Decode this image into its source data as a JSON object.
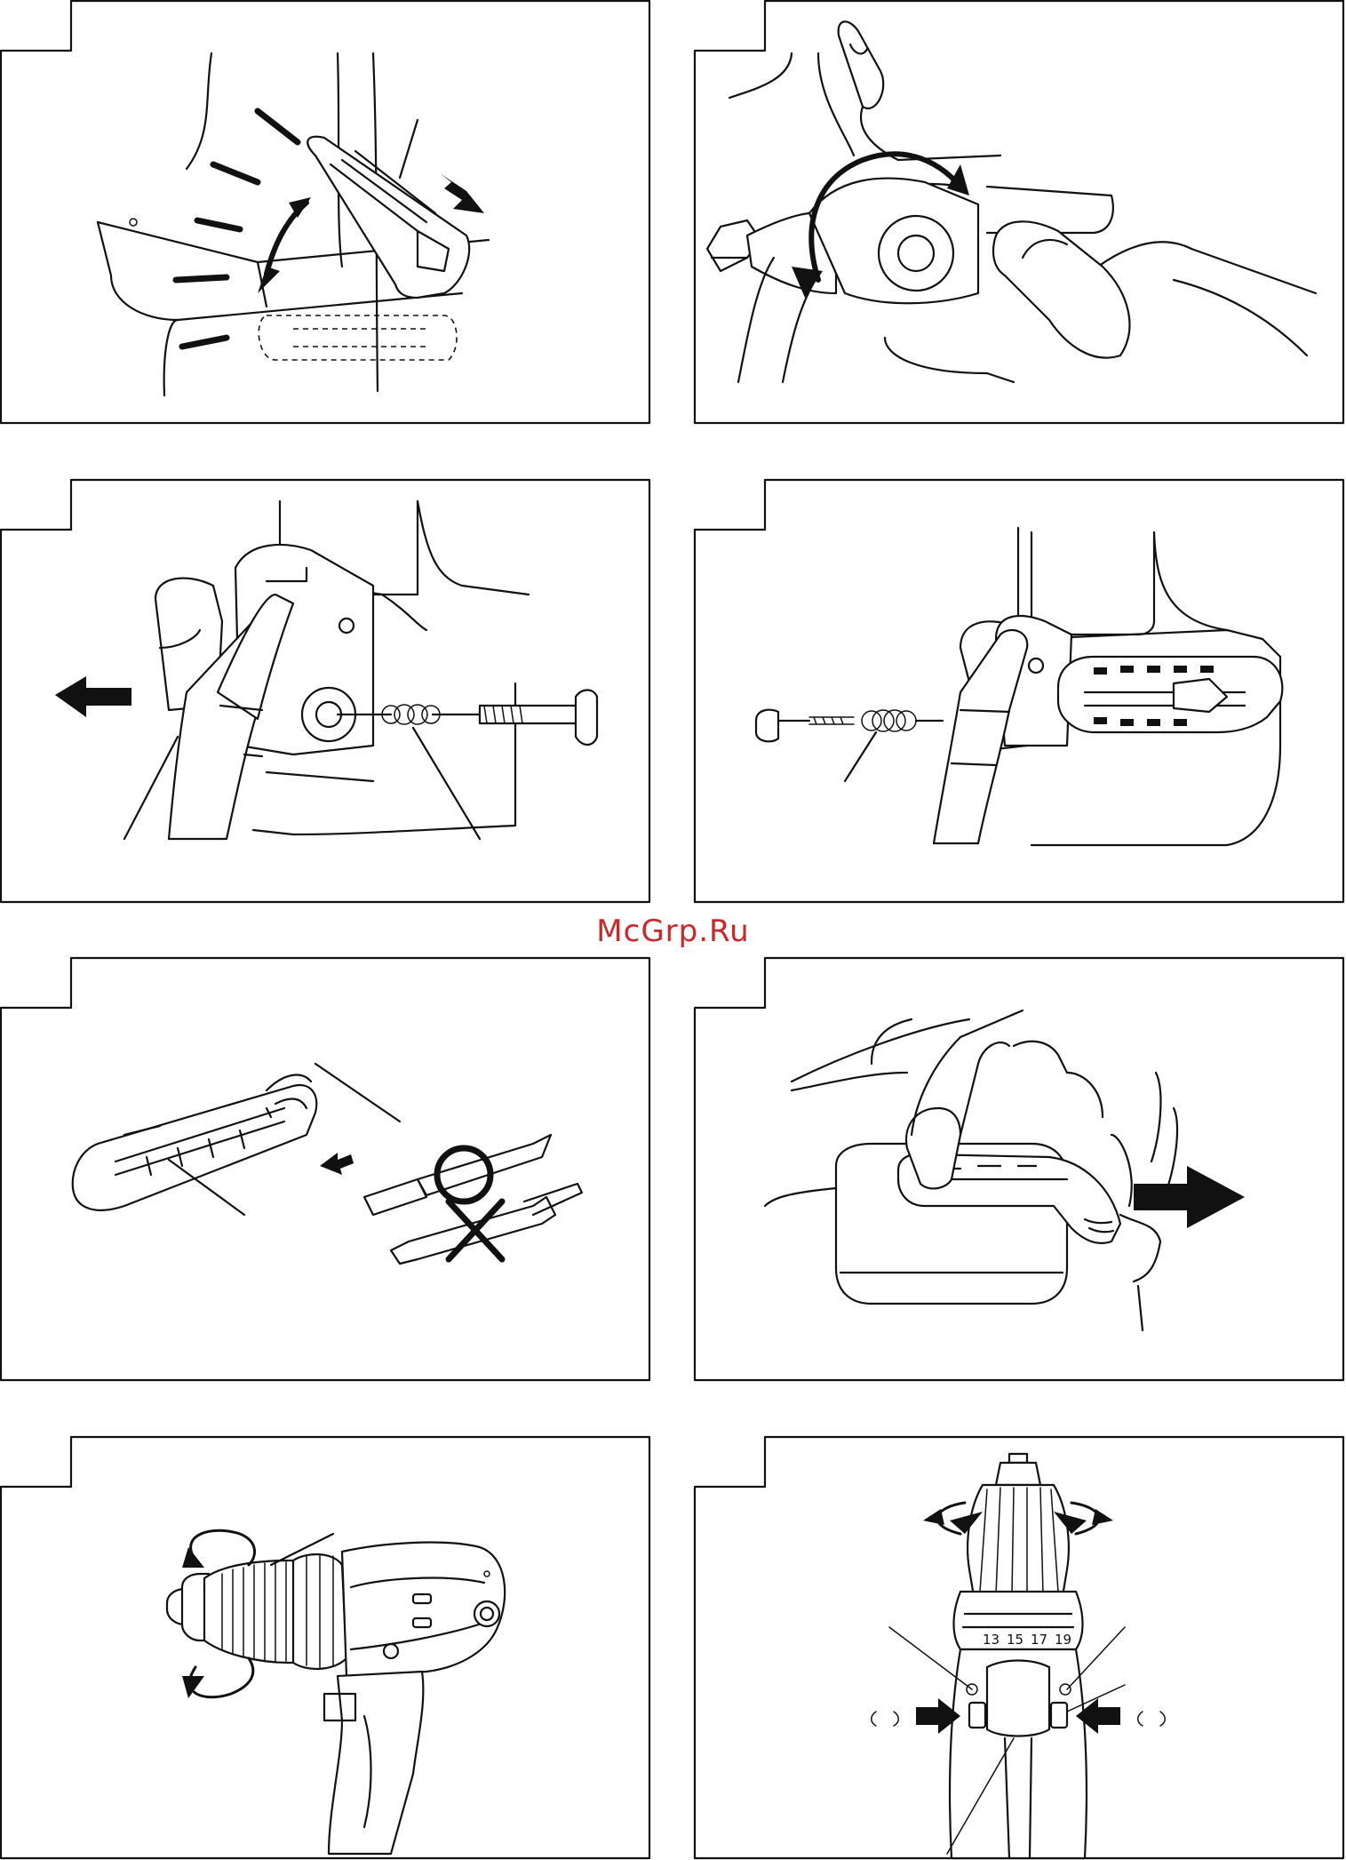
{
  "watermark": "McGrp.Ru",
  "panels": [
    {
      "id": "1"
    },
    {
      "id": "2"
    },
    {
      "id": "3"
    },
    {
      "id": "4"
    },
    {
      "id": "5"
    },
    {
      "id": "6"
    },
    {
      "id": "7"
    },
    {
      "id": "8"
    }
  ],
  "speed_scale": [
    "13",
    "15",
    "17",
    "19"
  ]
}
